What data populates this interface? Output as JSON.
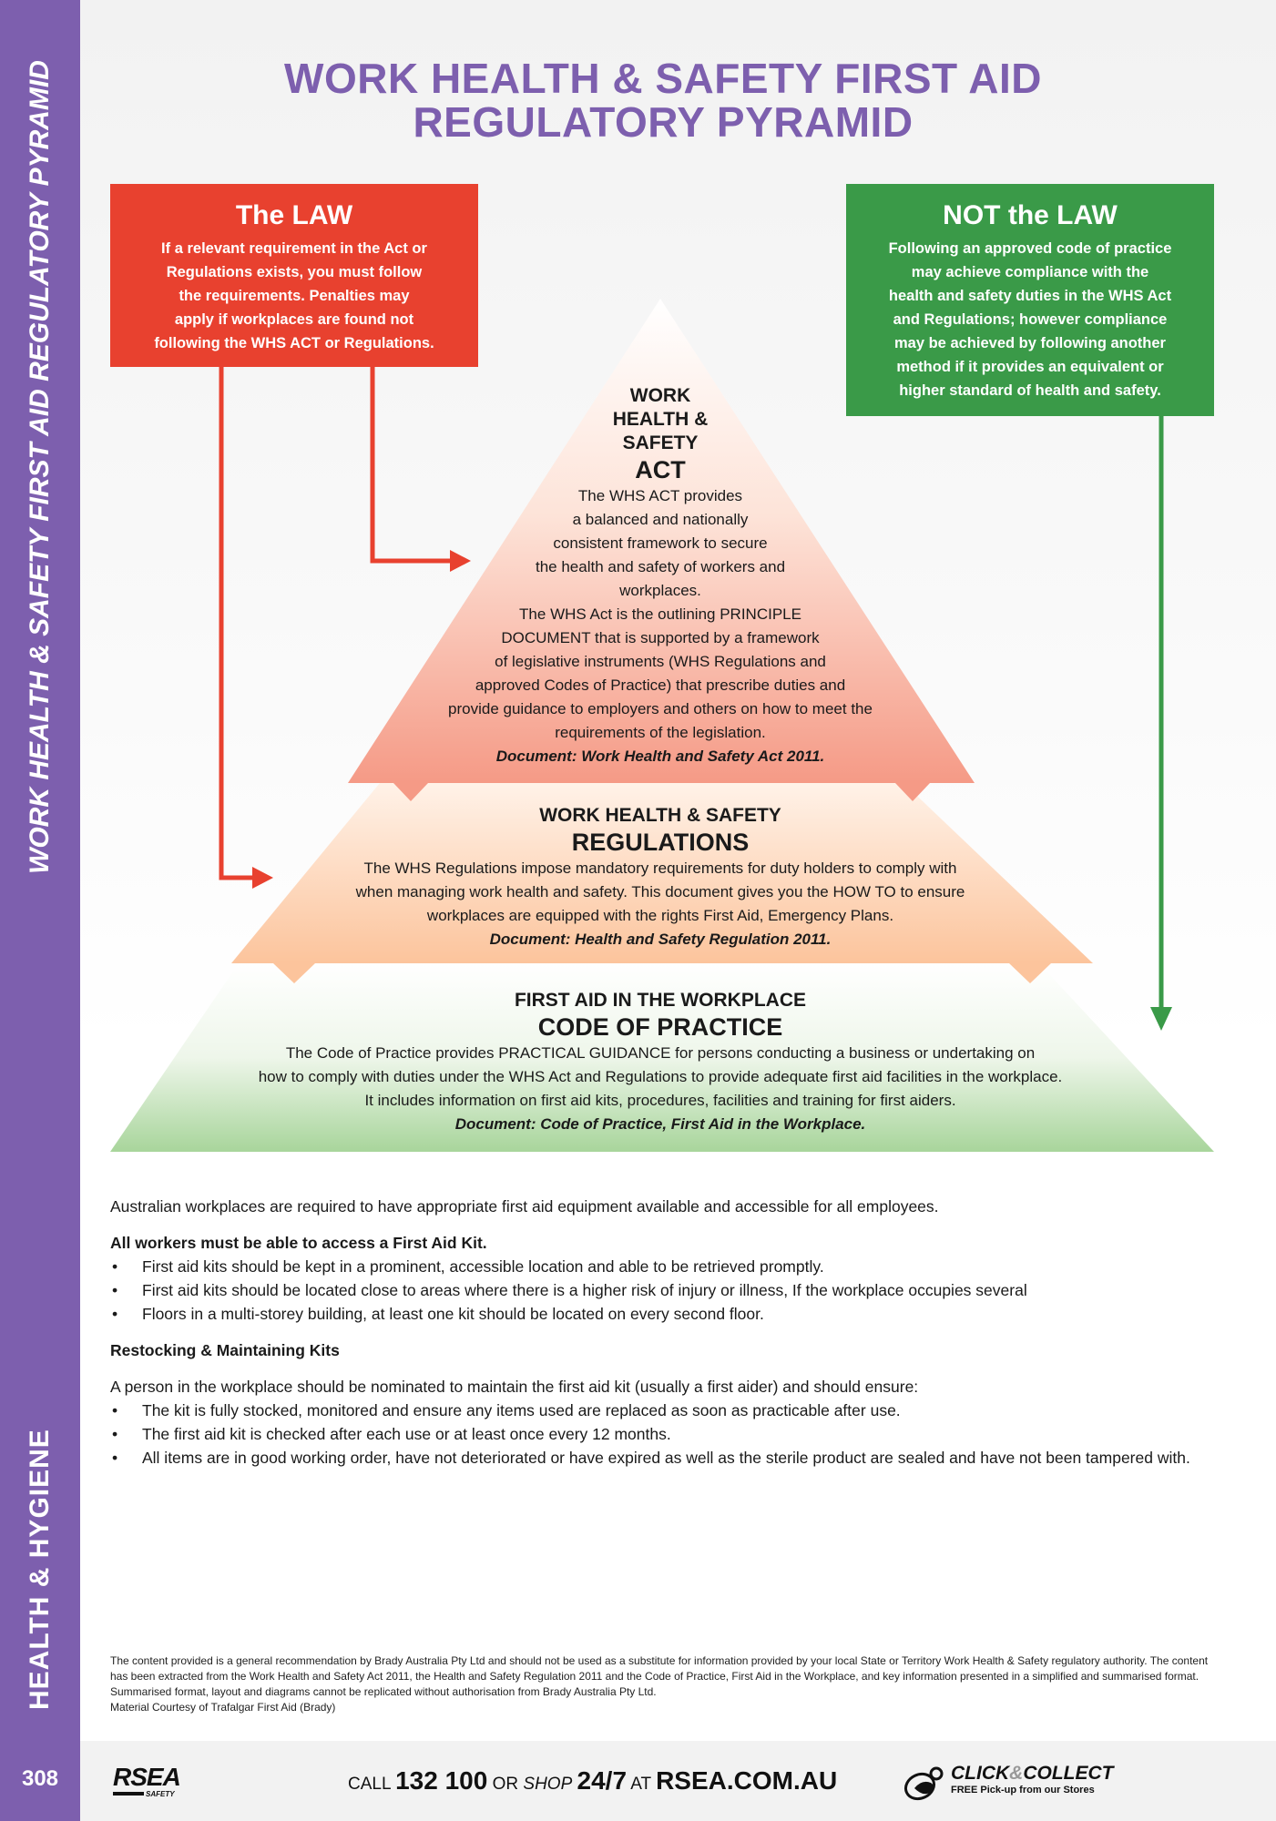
{
  "sidebar": {
    "title": "WORK HEALTH & SAFETY FIRST AID REGULATORY PYRAMID",
    "section": "HEALTH & HYGIENE",
    "page_number": "308"
  },
  "title": {
    "line1": "WORK HEALTH & SAFETY FIRST AID",
    "line2": "REGULATORY PYRAMID"
  },
  "colors": {
    "purple": "#7d5fae",
    "red": "#e8412f",
    "green": "#3a9a48"
  },
  "law_box": {
    "title": "The LAW",
    "lines": [
      "If a relevant requirement in the Act or",
      "Regulations exists, you must follow",
      "the requirements. Penalties may",
      "apply if workplaces are found not",
      "following the WHS ACT or Regulations."
    ]
  },
  "not_law_box": {
    "title": "NOT the LAW",
    "lines": [
      "Following an approved code of practice",
      "may achieve compliance with the",
      "health and safety duties in the WHS Act",
      "and Regulations; however compliance",
      "may be achieved by following another",
      "method if it provides an equivalent or",
      "higher standard of health and safety."
    ]
  },
  "pyramid": {
    "tier1": {
      "sub_lines": [
        "WORK",
        "HEALTH &",
        "SAFETY"
      ],
      "main": "ACT",
      "body_lines": [
        "The WHS ACT provides",
        "a balanced and nationally",
        "consistent framework to secure",
        "the health and safety of workers and",
        "workplaces.",
        "The WHS Act is the outlining PRINCIPLE",
        "DOCUMENT that is supported by a framework",
        "of legislative instruments (WHS Regulations and",
        "approved Codes of Practice) that prescribe duties and",
        "provide guidance to employers and others on how to meet the",
        "requirements of the legislation."
      ],
      "document": "Document: Work Health and Safety Act 2011."
    },
    "tier2": {
      "sub": "WORK HEALTH & SAFETY",
      "main": "REGULATIONS",
      "body_lines": [
        "The WHS Regulations impose mandatory requirements for duty holders to comply with",
        "when managing work health and safety. This document gives you the HOW TO to ensure",
        "workplaces are equipped with the rights First Aid, Emergency Plans."
      ],
      "document": "Document: Health and Safety Regulation 2011."
    },
    "tier3": {
      "sub": "FIRST AID IN THE WORKPLACE",
      "main": "CODE OF PRACTICE",
      "body_lines": [
        "The Code of Practice provides PRACTICAL GUIDANCE for persons conducting a business or undertaking on",
        "how to comply with duties under the WHS Act and Regulations to provide adequate first aid facilities in the workplace.",
        "It includes information on first aid kits, procedures, facilities and training for first aiders."
      ],
      "document": "Document: Code of Practice, First Aid in the Workplace."
    }
  },
  "body": {
    "intro": "Australian workplaces are required to have appropriate first aid equipment available and accessible for all employees.",
    "access_heading": "All workers must be able to access a First Aid Kit.",
    "access_bullets": [
      "First aid kits should be kept in a prominent, accessible location and able to be retrieved promptly.",
      "First aid kits should be located close to areas where there is a higher risk of injury or illness, If the workplace occupies several",
      "Floors in a multi-storey building, at least one kit should be located on every second floor."
    ],
    "restock_heading": "Restocking & Maintaining Kits",
    "restock_intro": "A person in the workplace should be nominated to maintain the first aid kit (usually a first aider) and should ensure:",
    "restock_bullets": [
      "The kit is fully stocked, monitored and ensure any items used are replaced as soon as practicable after use.",
      "The first aid kit is checked after each use or at least once every 12 months.",
      "All items are in good working order, have not deteriorated or have expired as well as the sterile product are sealed and have not been tampered with."
    ]
  },
  "disclaimer": {
    "text": "The content provided is a general recommendation by Brady Australia Pty Ltd and should not be used as a substitute for information provided by your local State or Territory Work Health & Safety regulatory authority. The content has been extracted from the Work Health and Safety Act 2011, the Health and Safety Regulation 2011 and the Code of Practice, First Aid in the Workplace, and key information presented in a simplified and summarised format. Summarised format, layout and diagrams cannot be replicated without authorisation from Brady Australia Pty Ltd.",
    "credit": "Material Courtesy of Trafalgar First Aid (Brady)"
  },
  "footer": {
    "logo_main": "RSEA",
    "logo_sub": "SAFETY",
    "call_label": "CALL",
    "phone": "132 100",
    "or_label": "OR",
    "shop_label": "SHOP",
    "hours": "24/7",
    "at_label": "AT",
    "website": "RSEA.COM.AU",
    "click": "CLICK",
    "amp": "&",
    "collect": "COLLECT",
    "click_sub": "FREE Pick-up from our Stores"
  }
}
